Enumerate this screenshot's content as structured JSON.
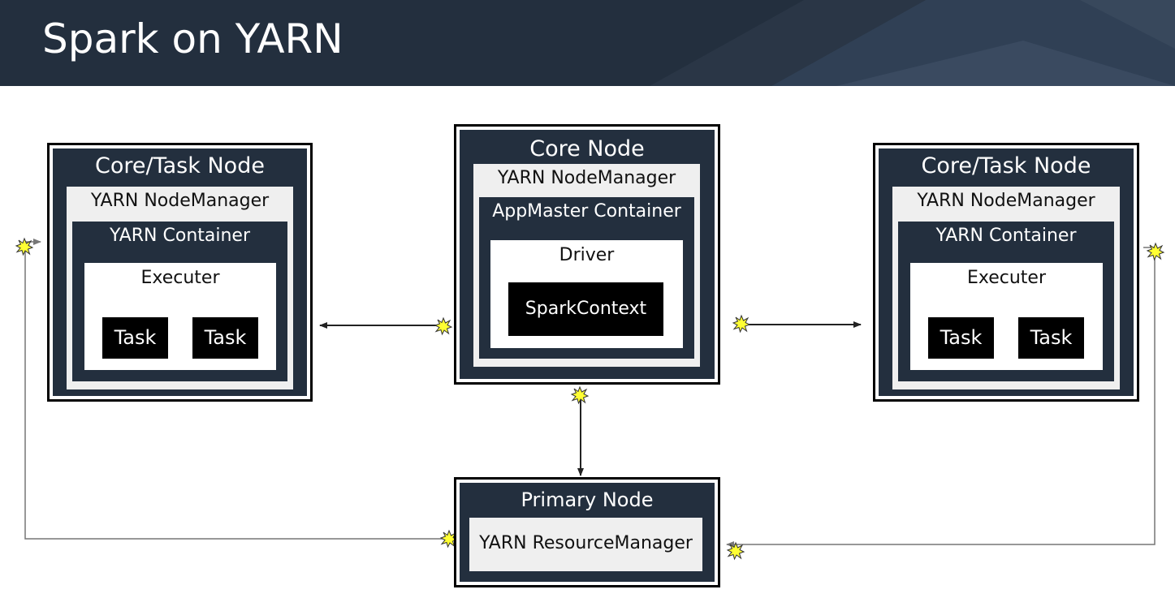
{
  "title": "Spark on YARN",
  "colors": {
    "header_bg": "#232f3e",
    "node_bg": "#232f3e",
    "manager_bg": "#efefef",
    "task_bg": "#000000",
    "burst": "#ffff00",
    "connector": "#555555"
  },
  "left_node": {
    "title": "Core/Task Node",
    "manager": "YARN NodeManager",
    "container": "YARN Container",
    "process": "Executer",
    "tasks": [
      "Task",
      "Task"
    ]
  },
  "core_node": {
    "title": "Core Node",
    "manager": "YARN NodeManager",
    "container": "AppMaster Container",
    "process": "Driver",
    "context": "SparkContext"
  },
  "right_node": {
    "title": "Core/Task Node",
    "manager": "YARN NodeManager",
    "container": "YARN Container",
    "process": "Executer",
    "tasks": [
      "Task",
      "Task"
    ]
  },
  "primary_node": {
    "title": "Primary Node",
    "manager": "YARN ResourceManager"
  }
}
